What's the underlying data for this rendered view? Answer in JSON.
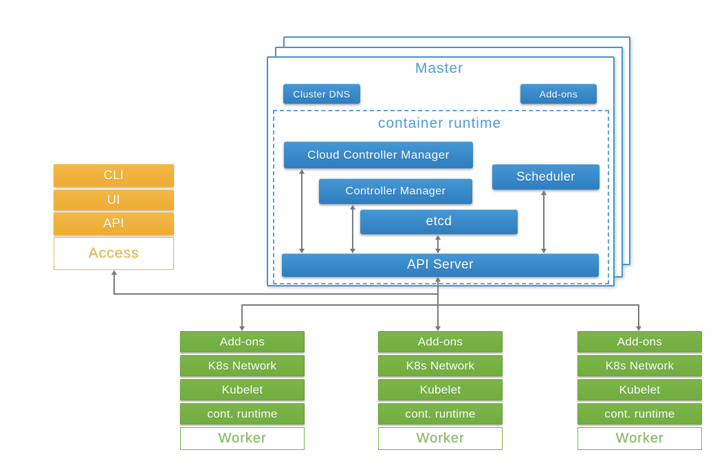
{
  "colors": {
    "blue_box": "#3587c8",
    "light_blue_accent": "#4e9cd4",
    "orange": "#f0b440",
    "green": "#77b144",
    "arrow_gray": "#7a7a7a"
  },
  "master": {
    "title": "Master",
    "cluster_dns_label": "Cluster DNS",
    "addons_label": "Add-ons",
    "runtime_title": "container runtime",
    "cloud_controller_manager": "Cloud Controller Manager",
    "controller_manager": "Controller Manager",
    "scheduler": "Scheduler",
    "etcd": "etcd",
    "api_server": "API Server"
  },
  "access": {
    "rows": [
      "CLI",
      "UI",
      "API"
    ],
    "label": "Access"
  },
  "workers": [
    {
      "rows": [
        "Add-ons",
        "K8s Network",
        "Kubelet",
        "cont. runtime"
      ],
      "label": "Worker"
    },
    {
      "rows": [
        "Add-ons",
        "K8s Network",
        "Kubelet",
        "cont. runtime"
      ],
      "label": "Worker"
    },
    {
      "rows": [
        "Add-ons",
        "K8s Network",
        "Kubelet",
        "cont. runtime"
      ],
      "label": "Worker"
    }
  ]
}
